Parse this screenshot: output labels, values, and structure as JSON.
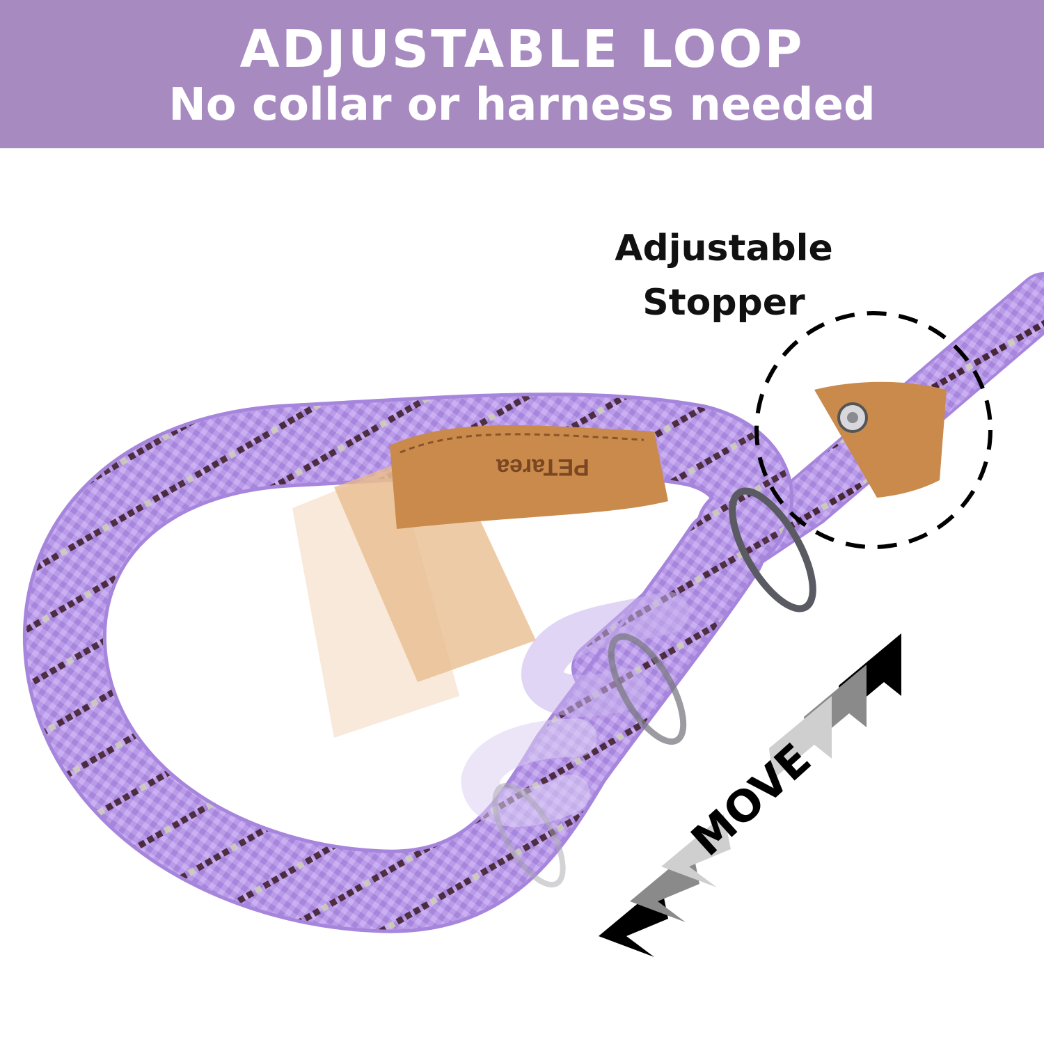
{
  "header": {
    "title": "ADJUSTABLE LOOP",
    "subtitle": "No collar or harness needed"
  },
  "callout": {
    "line1": "Adjustable",
    "line2": "Stopper"
  },
  "move_label": "MOVE",
  "brand_mark": "PETarea",
  "colors": {
    "banner": "#a78bc0",
    "rope": "#b79ae6",
    "rope_dark": "#8f6fcf",
    "rope_pattern": "#3a1a22",
    "leather": "#c98a4c",
    "leather_light": "#f1d3b6",
    "arrow_black": "#000000",
    "arrow_gray": "#8a8a8a",
    "arrow_light": "#cfcfcf"
  }
}
